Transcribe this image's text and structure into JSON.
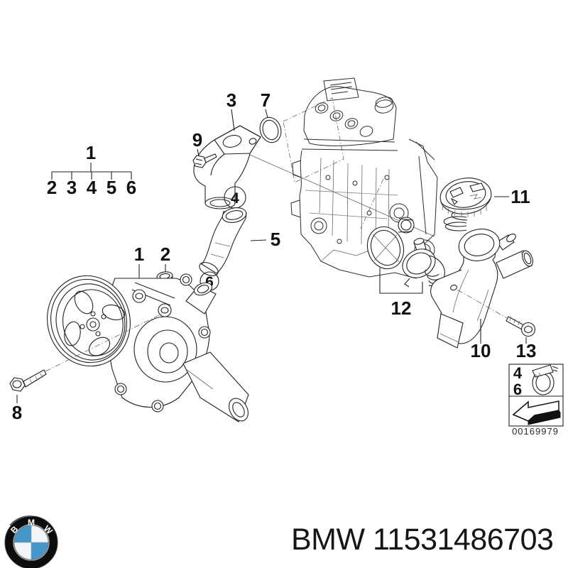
{
  "diagram": {
    "tree": {
      "parent": "1",
      "children": [
        "2",
        "3",
        "4",
        "5",
        "6"
      ]
    },
    "callouts": {
      "pump": "1",
      "sealing_plug": "2",
      "water_outlet_elbow": "3",
      "clamp_a": "4",
      "hose": "5",
      "clamp_b": "6",
      "o_ring": "7",
      "pump_bolt": "8",
      "elbow_bolt": "9",
      "thermostat_housing": "10",
      "cap": "11",
      "thermostat": "12",
      "housing_bolt": "13"
    },
    "legend": {
      "row_a": "4",
      "row_b": "6",
      "code": "00169979"
    }
  },
  "footer": {
    "logo_letters": [
      "B",
      "M",
      "W"
    ],
    "part_number": "BMW 11531486703"
  },
  "colors": {
    "line": "#222222",
    "text": "#111111",
    "logo_blue": "#4697c9",
    "background": "#ffffff"
  }
}
